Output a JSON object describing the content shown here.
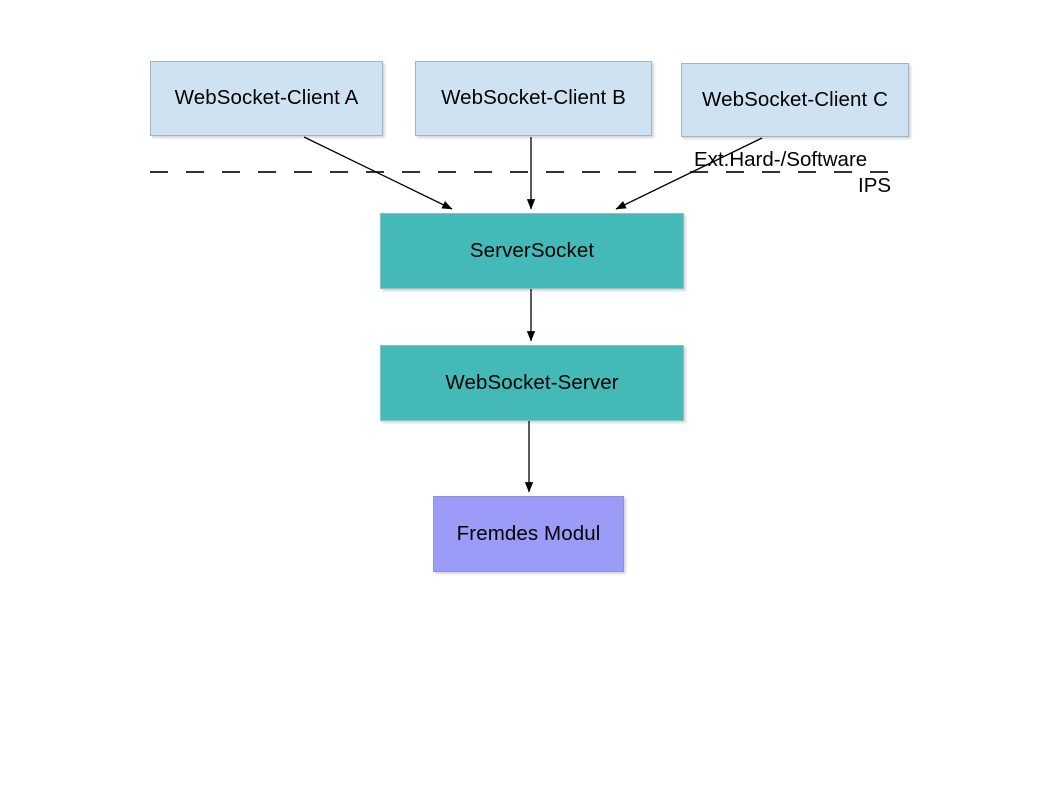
{
  "diagram": {
    "title": "WebSocket architecture diagram",
    "background_color": "#ffffff",
    "nodes": {
      "client_a": {
        "label": "WebSocket-Client A",
        "color": "#cfe2f1"
      },
      "client_b": {
        "label": "WebSocket-Client B",
        "color": "#cfe2f1"
      },
      "client_c": {
        "label": "WebSocket-Client C",
        "color": "#cfe2f1"
      },
      "server_socket": {
        "label": "ServerSocket",
        "color": "#44bab8"
      },
      "websocket_server": {
        "label": "WebSocket-Server",
        "color": "#44bab8"
      },
      "fremdes_modul": {
        "label": "Fremdes Modul",
        "color": "#9b9bf8"
      }
    },
    "boundary": {
      "style": "dashed",
      "color": "#333333",
      "label_above": "Ext.Hard-/Software",
      "label_below": "IPS"
    },
    "edges": [
      {
        "from": "client_a",
        "to": "server_socket",
        "arrow": "to"
      },
      {
        "from": "client_b",
        "to": "server_socket",
        "arrow": "to"
      },
      {
        "from": "client_c",
        "to": "server_socket",
        "arrow": "to"
      },
      {
        "from": "server_socket",
        "to": "websocket_server",
        "arrow": "to"
      },
      {
        "from": "websocket_server",
        "to": "fremdes_modul",
        "arrow": "to"
      }
    ]
  }
}
